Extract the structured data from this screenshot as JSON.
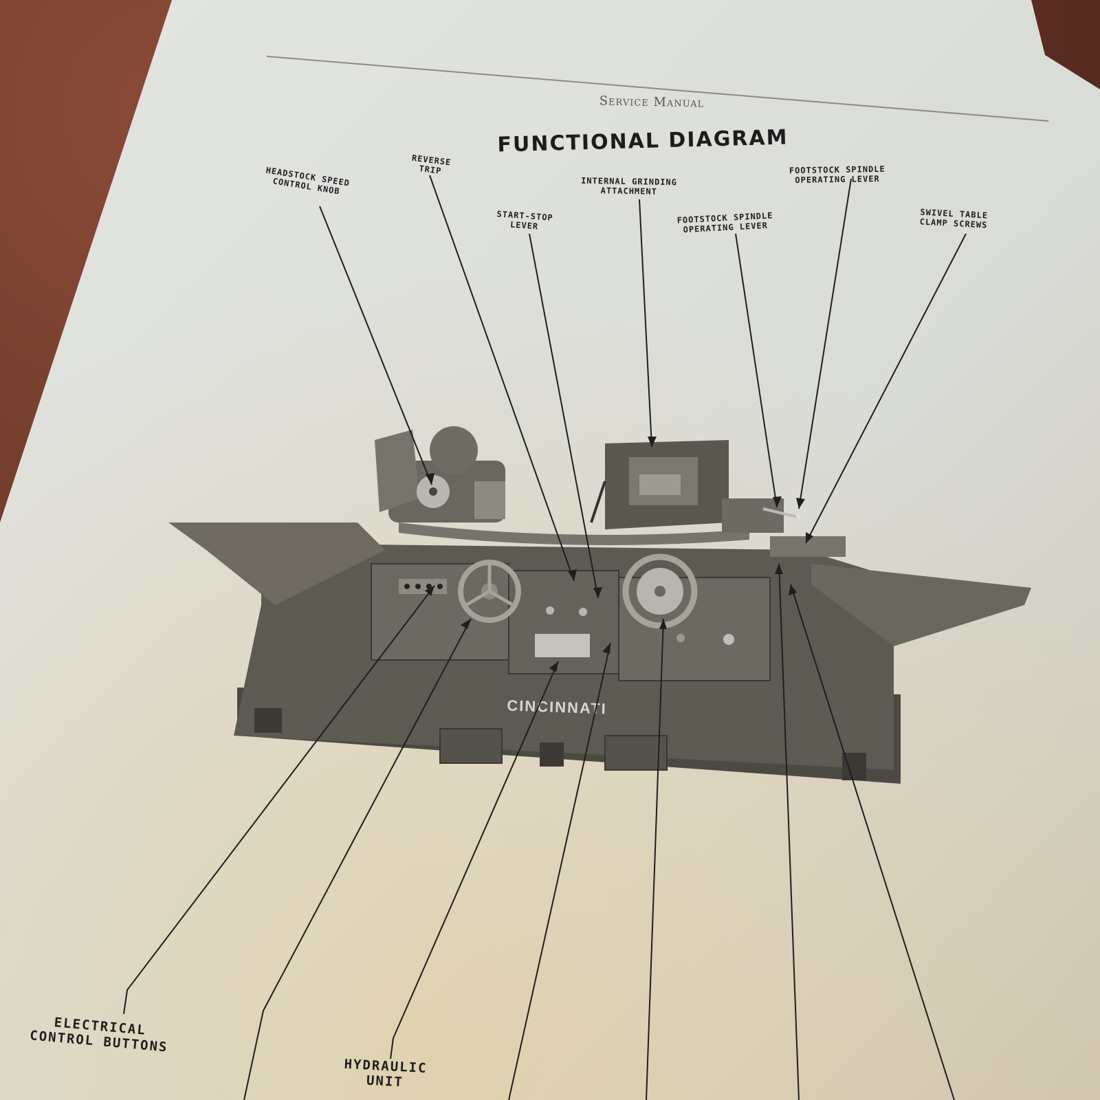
{
  "page": {
    "header": "Service Manual",
    "title": "FUNCTIONAL DIAGRAM"
  },
  "machine": {
    "brand": "CINCINNATI"
  },
  "callouts": {
    "headstock_speed": [
      "HEADSTOCK SPEED",
      "CONTROL KNOB"
    ],
    "reverse_trip": [
      "REVERSE",
      "TRIP"
    ],
    "start_stop": [
      "START-STOP",
      "LEVER"
    ],
    "internal_grinding": [
      "INTERNAL GRINDING",
      "ATTACHMENT"
    ],
    "footstock_lever_1": [
      "FOOTSTOCK SPINDLE",
      "OPERATING LEVER"
    ],
    "footstock_lever_2": [
      "FOOTSTOCK SPINDLE",
      "OPERATING LEVER"
    ],
    "swivel_table": [
      "SWIVEL TABLE",
      "CLAMP SCREWS"
    ],
    "electrical": [
      "ELECTRICAL",
      "CONTROL BUTTONS"
    ],
    "hydraulic": [
      "HYDRAULIC",
      "UNIT"
    ]
  },
  "colors": {
    "paper": "#dcdedb",
    "machine": "#5d5a52",
    "ink": "#1e1e1e"
  }
}
